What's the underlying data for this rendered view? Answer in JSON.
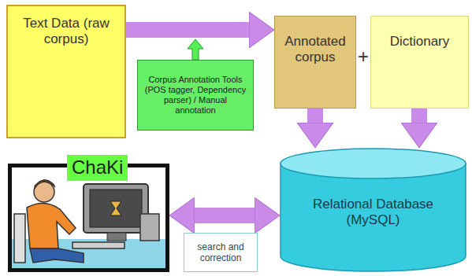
{
  "diagram": {
    "nodes": [
      {
        "text": [
          "Text Data (raw corpus)"
        ]
      },
      {
        "text": [
          "Corpus Annotation Tools (POS tagger, Dependency parser) / Manual annotation"
        ]
      },
      {
        "text": [
          "Annotated corpus"
        ]
      },
      {
        "text": [
          "Dictionary"
        ]
      },
      {
        "text": [
          "Relational Database (MySQL)"
        ]
      },
      {
        "text": [
          "ChaKi"
        ]
      },
      {
        "text": [
          "search and correction"
        ]
      }
    ],
    "edges": [
      {
        "from": 0,
        "to": 2,
        "arrow": "to"
      },
      {
        "from": 2,
        "to": 4,
        "arrow": "to"
      },
      {
        "from": 3,
        "to": 4,
        "arrow": "to"
      },
      {
        "from": 5,
        "to": 4,
        "arrow": "both"
      }
    ],
    "labels": [
      "+"
    ]
  }
}
